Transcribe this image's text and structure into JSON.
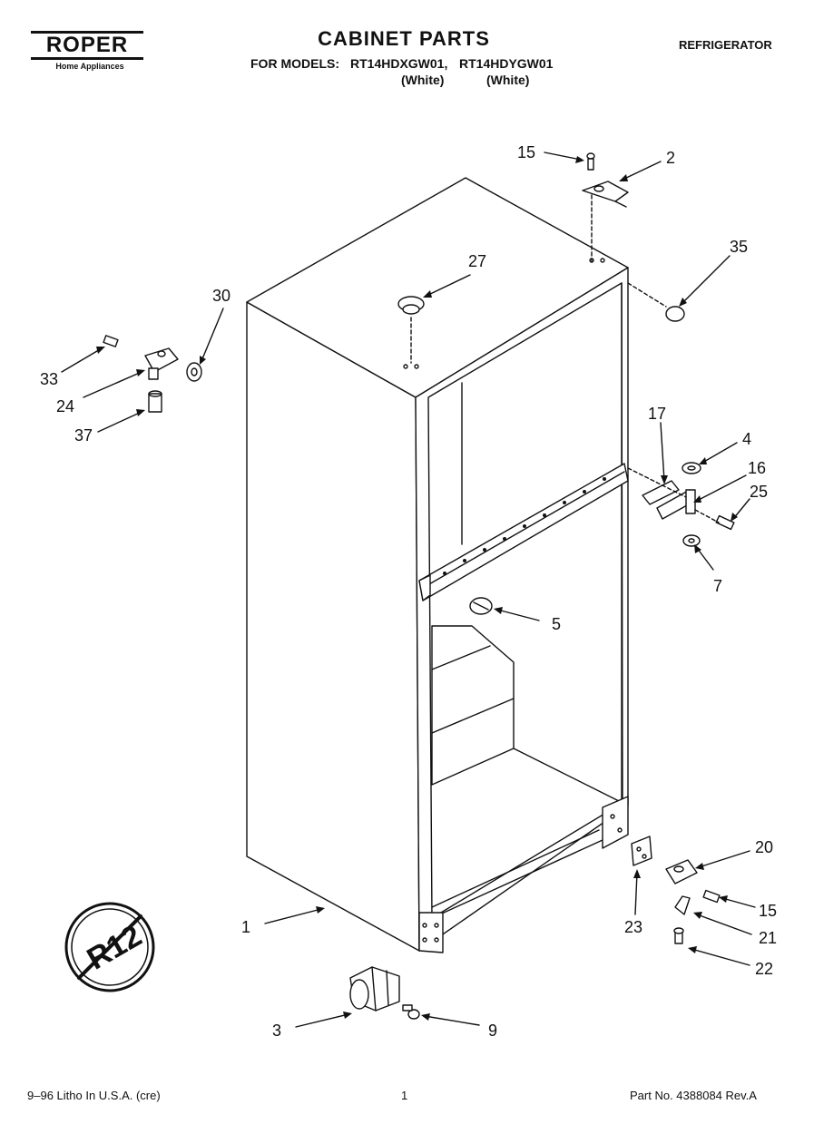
{
  "header": {
    "brand": "ROPER",
    "brand_tagline": "Home Appliances",
    "title": "CABINET PARTS",
    "models_label": "FOR MODELS:",
    "model_1": "RT14HDXGW01,",
    "model_2": "RT14HDYGW01",
    "model_1_color": "(White)",
    "model_2_color": "(White)",
    "category": "REFRIGERATOR"
  },
  "badge": {
    "text": "R12"
  },
  "callouts": {
    "c1": "1",
    "c2": "2",
    "c3": "3",
    "c4": "4",
    "c5": "5",
    "c7": "7",
    "c9": "9",
    "c15a": "15",
    "c15b": "15",
    "c16": "16",
    "c17": "17",
    "c20": "20",
    "c21": "21",
    "c22": "22",
    "c23": "23",
    "c24": "24",
    "c25": "25",
    "c27": "27",
    "c30": "30",
    "c33": "33",
    "c35": "35",
    "c37": "37"
  },
  "footer": {
    "print_info": "9–96 Litho In U.S.A. (cre)",
    "page": "1",
    "part_no": "Part No. 4388084 Rev.A"
  }
}
